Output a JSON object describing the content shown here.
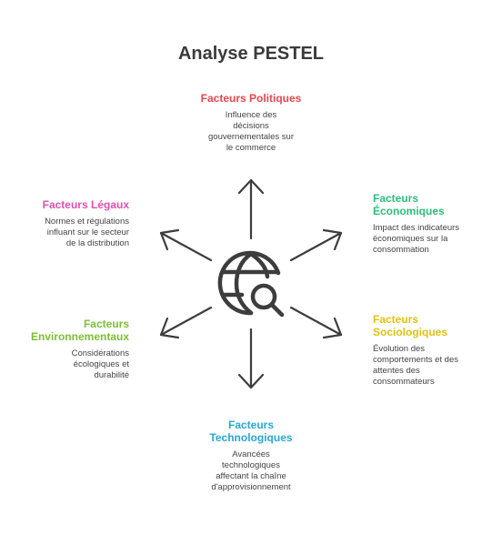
{
  "title": "Analyse PESTEL",
  "colors": {
    "arrows": "#3d3d3d",
    "politique": "#e8474f",
    "economique": "#2bbf7b",
    "sociologique": "#e2c10f",
    "technologique": "#27a7d8",
    "environnemental": "#7cc034",
    "legal": "#e24fae"
  },
  "center_icon": "globe-search-icon",
  "factors": {
    "politique": {
      "heading": "Facteurs Politiques",
      "desc": [
        "Influence des",
        "décisions",
        "gouvernementales sur",
        "le commerce"
      ]
    },
    "economique": {
      "heading": [
        "Facteurs",
        "Économiques"
      ],
      "desc": [
        "Impact des indicateurs",
        "économiques sur la",
        "consommation"
      ]
    },
    "sociologique": {
      "heading": [
        "Facteurs",
        "Sociologiques"
      ],
      "desc": [
        "Évolution des",
        "comportements et des",
        "attentes des",
        "consommateurs"
      ]
    },
    "technologique": {
      "heading": [
        "Facteurs",
        "Technologiques"
      ],
      "desc": [
        "Avancées",
        "technologiques",
        "affectant la chaîne",
        "d'approvisionnement"
      ]
    },
    "environnemental": {
      "heading": [
        "Facteurs",
        "Environnementaux"
      ],
      "desc": [
        "Considérations",
        "écologiques et",
        "durabilité"
      ]
    },
    "legal": {
      "heading": "Facteurs Légaux",
      "desc": [
        "Normes et régulations",
        "influant sur le secteur",
        "de la distribution"
      ]
    }
  }
}
